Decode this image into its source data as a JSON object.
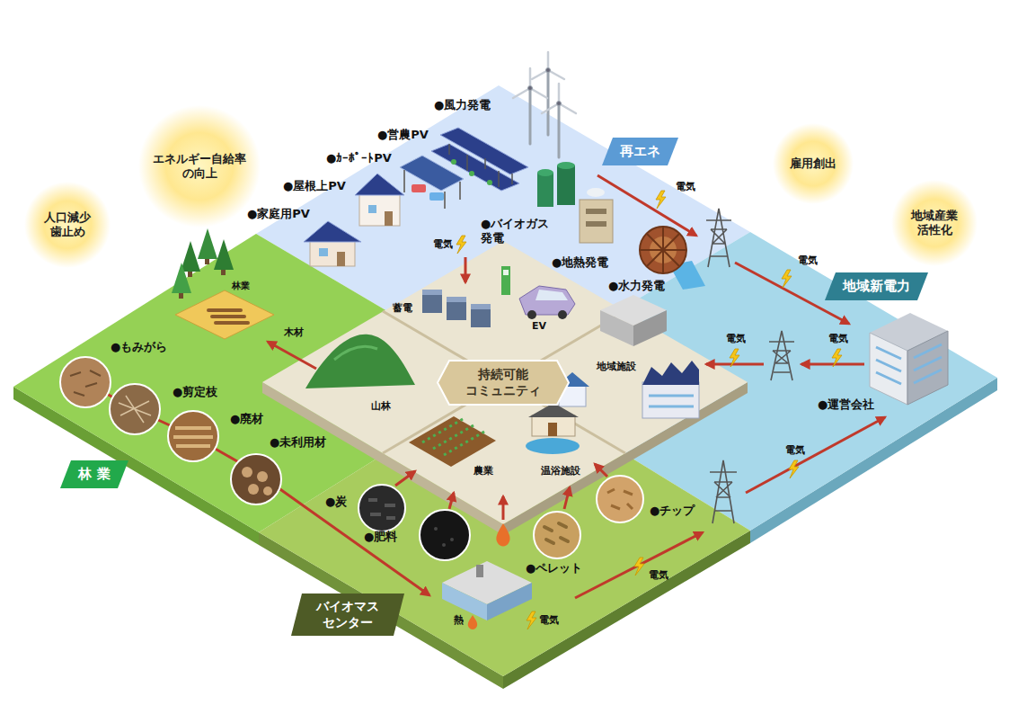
{
  "diagram": {
    "nodes": [
      {
        "text": [
          "人口減少 歯止め"
        ]
      },
      {
        "text": [
          "エネルギー自給率 の向上"
        ]
      },
      {
        "text": [
          "雇用創出"
        ]
      },
      {
        "text": [
          "地域産業 活性化"
        ]
      },
      {
        "text": [
          "再エネ"
        ]
      },
      {
        "text": [
          "地域新電力"
        ]
      },
      {
        "text": [
          "持続可能 コミュニティ"
        ]
      },
      {
        "text": [
          "林 業"
        ]
      },
      {
        "text": [
          "バイオマス センター"
        ]
      }
    ],
    "labels": [
      "●風力発電",
      "●営農PV",
      "●ｶｰﾎﾟｰﾄPV",
      "●屋根上PV",
      "●家庭用PV",
      "●バイオガス 発電",
      "電気",
      "●地熱発電",
      "●水力発電",
      "電気",
      "電気",
      "蓄電",
      "EV",
      "林業",
      "木材",
      "山林",
      "地域施設",
      "電気",
      "電気",
      "●運営会社",
      "電気",
      "●もみがら",
      "●剪定枝",
      "●廃材",
      "●未利用材",
      "農業",
      "温浴施設",
      "●炭",
      "●肥料",
      "●チップ",
      "●ペレット",
      "電気",
      "熱",
      "電気"
    ]
  }
}
